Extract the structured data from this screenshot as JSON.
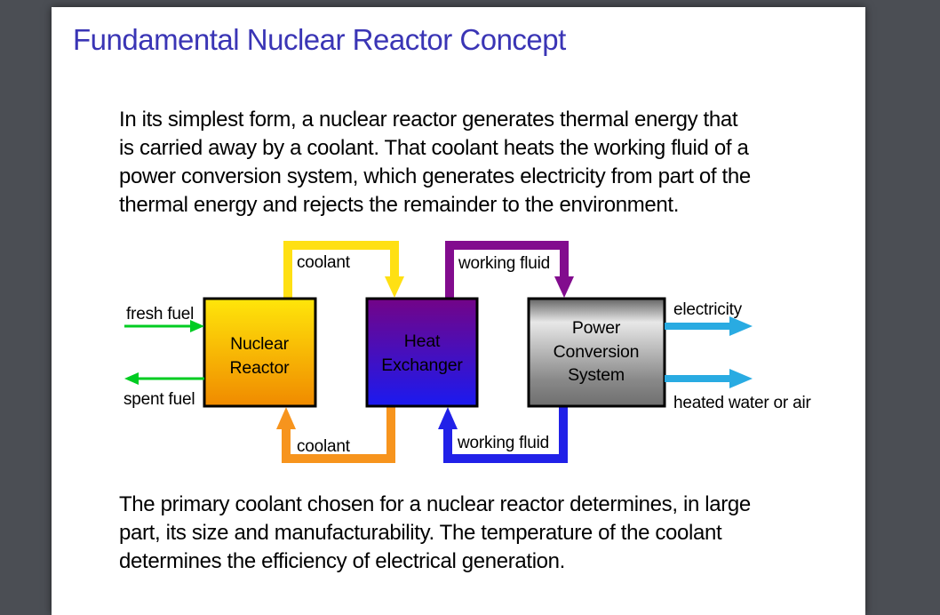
{
  "window": {
    "background_color": "#4b4e54",
    "page_color": "#ffffff"
  },
  "slide": {
    "title": "Fundamental Nuclear Reactor Concept",
    "title_color": "#3a35b5",
    "intro_lines": [
      "In its simplest form, a nuclear reactor generates thermal energy that",
      "is carried away by a coolant. That coolant heats the working fluid of a",
      "power conversion system, which generates electricity from part of the",
      "thermal energy and rejects the remainder to the environment."
    ],
    "closing_lines": [
      "The primary coolant chosen for a nuclear reactor determines, in large",
      "part, its size and manufacturability. The temperature of the coolant",
      "determines the efficiency of electrical generation."
    ]
  },
  "diagram": {
    "box_border_color": "#000000",
    "label_text_color": "#000000",
    "boxes": {
      "reactor": {
        "label_lines": [
          "Nuclear",
          "Reactor"
        ],
        "gradient": [
          "#ffe60a",
          "#f08a00"
        ]
      },
      "heat_exchanger": {
        "label_lines": [
          "Heat",
          "Exchanger"
        ],
        "gradient": [
          "#730487",
          "#1b1af0"
        ]
      },
      "power_conversion": {
        "label_lines": [
          "Power",
          "Conversion",
          "System"
        ],
        "gradient": [
          "#636363",
          "#e8e8e8",
          "#8a8a8a",
          "#6e6e6e"
        ]
      }
    },
    "flows": {
      "coolant_hot": {
        "label": "coolant",
        "color": "#ffe013"
      },
      "coolant_cold": {
        "label": "coolant",
        "color": "#f7941d"
      },
      "working_fluid_hot": {
        "label": "working fluid",
        "color": "#820c8e"
      },
      "working_fluid_cold": {
        "label": "working fluid",
        "color": "#2121e8"
      },
      "fresh_fuel": {
        "label": "fresh fuel",
        "color": "#00cc22"
      },
      "spent_fuel": {
        "label": "spent fuel",
        "color": "#00cc22"
      },
      "electricity": {
        "label": "electricity",
        "color": "#29abe2"
      },
      "heated_water": {
        "label": "heated water or air",
        "color": "#29abe2"
      }
    }
  }
}
